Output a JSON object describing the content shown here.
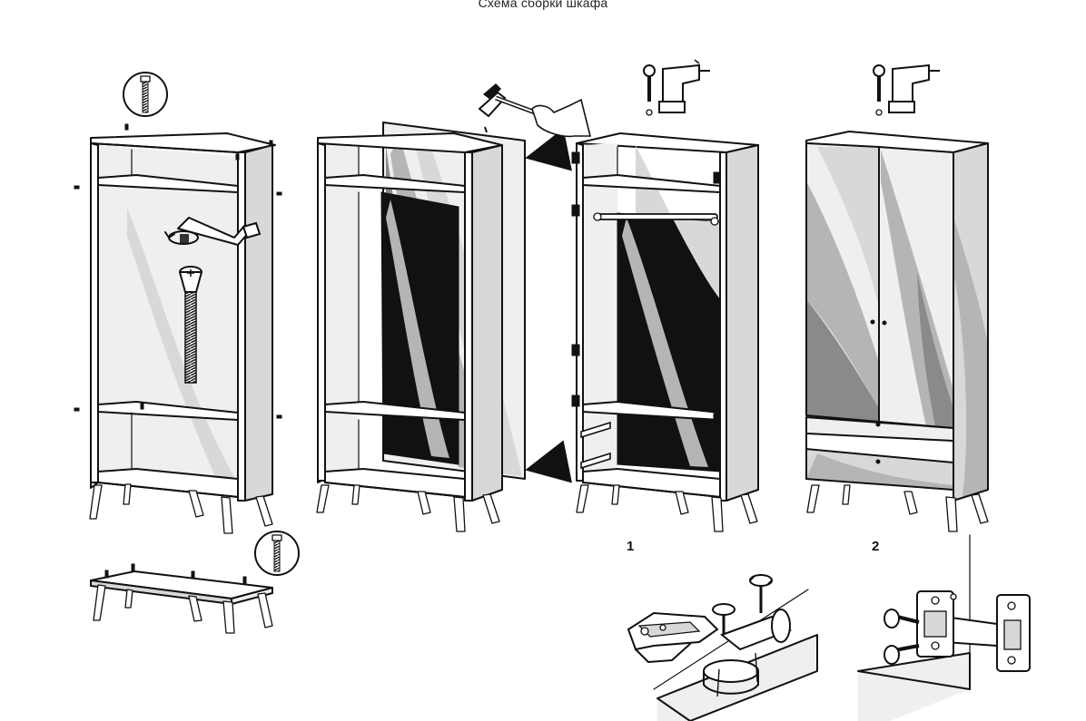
{
  "title": "Схема сборки шкафа",
  "steps": {
    "hinge_step": "1",
    "door_step": "2"
  },
  "icons": [
    "screw-icon",
    "hammer-icon",
    "allen-key-icon",
    "screwdriver-icon",
    "drill-icon",
    "arrow-icon",
    "rotate-icon"
  ]
}
